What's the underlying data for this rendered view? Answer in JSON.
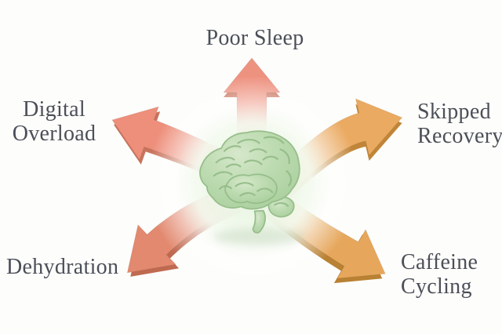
{
  "diagram": {
    "type": "radial-diagram",
    "background": "#fdfdfb",
    "text_color": "#4b4f58",
    "center": {
      "icon": "brain-icon",
      "fill": "#bedcb2",
      "fill_light": "#d6e8cb",
      "fill_dark": "#a9cf9d",
      "line_color": "#8fb984",
      "outline_color": "#97bd8b",
      "glow_color": "#e1f2d8"
    },
    "nodes": [
      {
        "id": "poor-sleep",
        "lines": [
          "Poor Sleep"
        ],
        "position": "top",
        "arrow_color": "#ee9280",
        "arrow_shade": "#c8735c"
      },
      {
        "id": "digital-overload",
        "lines": [
          "Digital",
          "Overload"
        ],
        "position": "upper-left",
        "arrow_color": "#ed8f7b",
        "arrow_shade": "#c8735c"
      },
      {
        "id": "dehydration",
        "lines": [
          "Dehydration"
        ],
        "position": "lower-left",
        "arrow_color": "#e2896f",
        "arrow_shade": "#bf6a50"
      },
      {
        "id": "skipped-recovery",
        "lines": [
          "Skipped",
          "Recovery"
        ],
        "position": "upper-right",
        "arrow_color": "#eaaa61",
        "arrow_shade": "#c08538"
      },
      {
        "id": "caffeine-cycling",
        "lines": [
          "Caffeine",
          "Cycling"
        ],
        "position": "lower-right",
        "arrow_color": "#e6a75c",
        "arrow_shade": "#b98133"
      }
    ]
  }
}
